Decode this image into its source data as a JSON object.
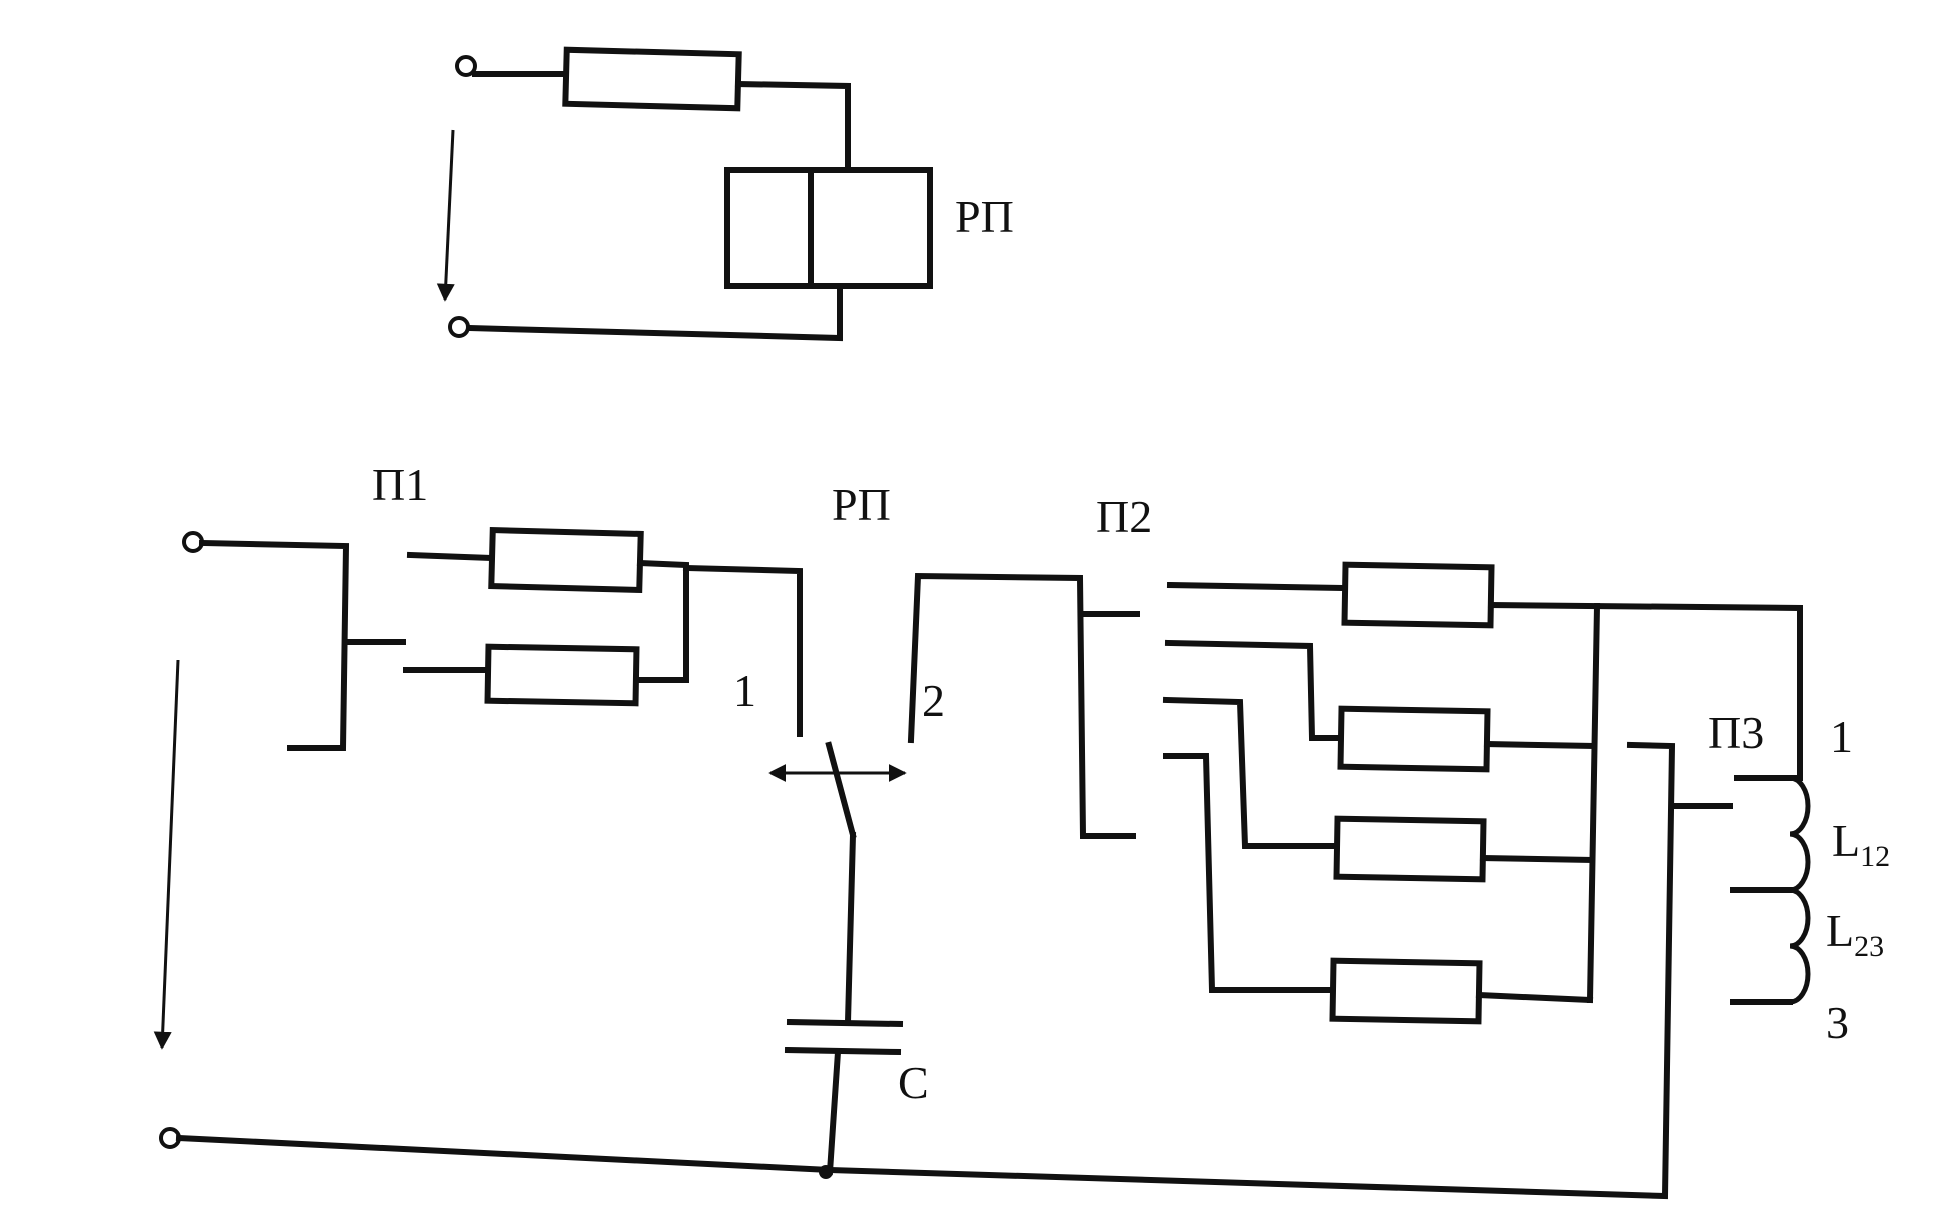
{
  "labels": {
    "relay_top": "РП",
    "p1": "П1",
    "relay_bottom": "РП",
    "p2": "П2",
    "p3": "П3",
    "contact_1": "1",
    "contact_2": "2",
    "coil_tap_1": "1",
    "coil_tap_3": "3",
    "capacitor": "C",
    "inductor_12_base": "L",
    "inductor_12_sub": "12",
    "inductor_23_base": "L",
    "inductor_23_sub": "23"
  }
}
